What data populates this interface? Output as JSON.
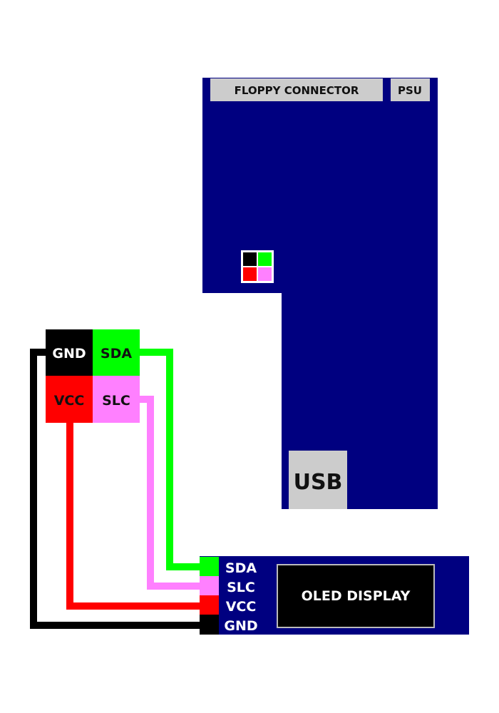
{
  "board": {
    "floppy_label": "FLOPPY CONNECTOR",
    "psu_label": "PSU",
    "usb_label": "USB"
  },
  "header_connector": {
    "pins": [
      "GND",
      "SDA",
      "VCC",
      "SLC"
    ]
  },
  "oled_module": {
    "pins": [
      "SDA",
      "SLC",
      "VCC",
      "GND"
    ],
    "display_label": "OLED DISPLAY"
  },
  "colors": {
    "board": "#000080",
    "gnd": "#000000",
    "sda": "#00ff00",
    "vcc": "#ff0000",
    "slc": "#ff80ff",
    "label_bg": "#cccccc"
  }
}
